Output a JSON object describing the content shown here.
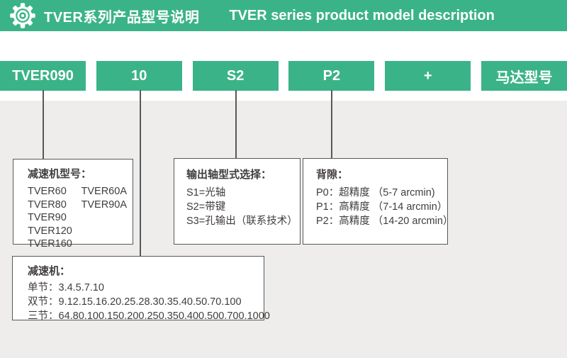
{
  "header": {
    "icon": "gear-icon",
    "title_cn": "TVER系列产品型号说明",
    "title_en": "TVER series product model description"
  },
  "model_segments": [
    "TVER090",
    "10",
    "S2",
    "P2",
    "+",
    "马达型号"
  ],
  "callouts": {
    "gearbox_model": {
      "title": "减速机型号：",
      "column1": [
        "TVER60",
        "TVER80",
        "TVER90",
        "TVER120",
        "TVER160"
      ],
      "column2": [
        "TVER60A",
        "TVER90A"
      ]
    },
    "output_shaft": {
      "title": "输出轴型式选择：",
      "items": [
        "S1=光轴",
        "S2=带键",
        "S3=孔输出（联系技术）"
      ]
    },
    "backlash": {
      "title": "背隙：",
      "items": [
        "P0：超精度 （5-7 arcmin)",
        "P1：高精度 （7-14 arcmin）",
        "P2：高精度 （14-20 arcmin）"
      ]
    },
    "reducer_ratios": {
      "title": "减速机：",
      "items": [
        "单节：3.4.5.7.10",
        "双节：9.12.15.16.20.25.28.30.35.40.50.70.100",
        "三节：64.80.100.150.200.250.350.400.500.700.1000"
      ]
    }
  },
  "colors": {
    "brand_green": "#3bb389",
    "canvas_gray": "#eeedeb",
    "line_gray": "#57585b",
    "text_dark": "#403d3c"
  }
}
